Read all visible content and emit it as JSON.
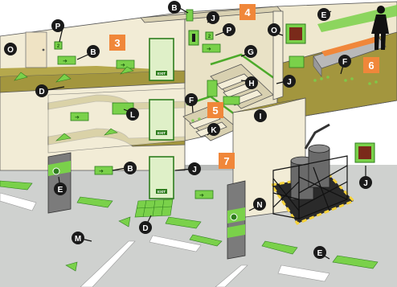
{
  "colors": {
    "wall": "#f2ecd6",
    "wall_shade": "#e3dbbd",
    "floor_olive": "#a3963e",
    "floor_olive_dark": "#8d8132",
    "ground": "#cfd1cf",
    "green": "#7ad14a",
    "green_dark": "#2e7d1e",
    "orange": "#f0873a",
    "marker_fill": "#1a1a1a",
    "marker_text": "#ffffff",
    "outline": "#333333"
  },
  "markers": [
    {
      "id": "m-b-top",
      "letter": "B"
    },
    {
      "id": "m-j-top",
      "letter": "J"
    },
    {
      "id": "m-e-top",
      "letter": "E"
    },
    {
      "id": "m-o-left",
      "letter": "O"
    },
    {
      "id": "m-p-left",
      "letter": "P"
    },
    {
      "id": "m-b-upper",
      "letter": "B"
    },
    {
      "id": "m-p-mid",
      "letter": "P"
    },
    {
      "id": "m-o-mid",
      "letter": "O"
    },
    {
      "id": "m-g",
      "letter": "G"
    },
    {
      "id": "m-f-right",
      "letter": "F"
    },
    {
      "id": "m-d-upper",
      "letter": "D"
    },
    {
      "id": "m-h",
      "letter": "H"
    },
    {
      "id": "m-j-stair",
      "letter": "J"
    },
    {
      "id": "m-l",
      "letter": "L"
    },
    {
      "id": "m-f-mid",
      "letter": "F"
    },
    {
      "id": "m-i",
      "letter": "I"
    },
    {
      "id": "m-k",
      "letter": "K"
    },
    {
      "id": "m-b-lower",
      "letter": "B"
    },
    {
      "id": "m-j-door",
      "letter": "J"
    },
    {
      "id": "m-e-column",
      "letter": "E"
    },
    {
      "id": "m-j-right",
      "letter": "J"
    },
    {
      "id": "m-d-lower",
      "letter": "D"
    },
    {
      "id": "m-n",
      "letter": "N"
    },
    {
      "id": "m-m",
      "letter": "M"
    },
    {
      "id": "m-e-bottom",
      "letter": "E"
    }
  ],
  "zones": [
    {
      "id": "zone-3",
      "number": "3"
    },
    {
      "id": "zone-4",
      "number": "4"
    },
    {
      "id": "zone-5",
      "number": "5"
    },
    {
      "id": "zone-6",
      "number": "6"
    },
    {
      "id": "zone-7",
      "number": "7"
    }
  ],
  "signs": {
    "exit_text": "EXIT",
    "floor_number": "2"
  }
}
